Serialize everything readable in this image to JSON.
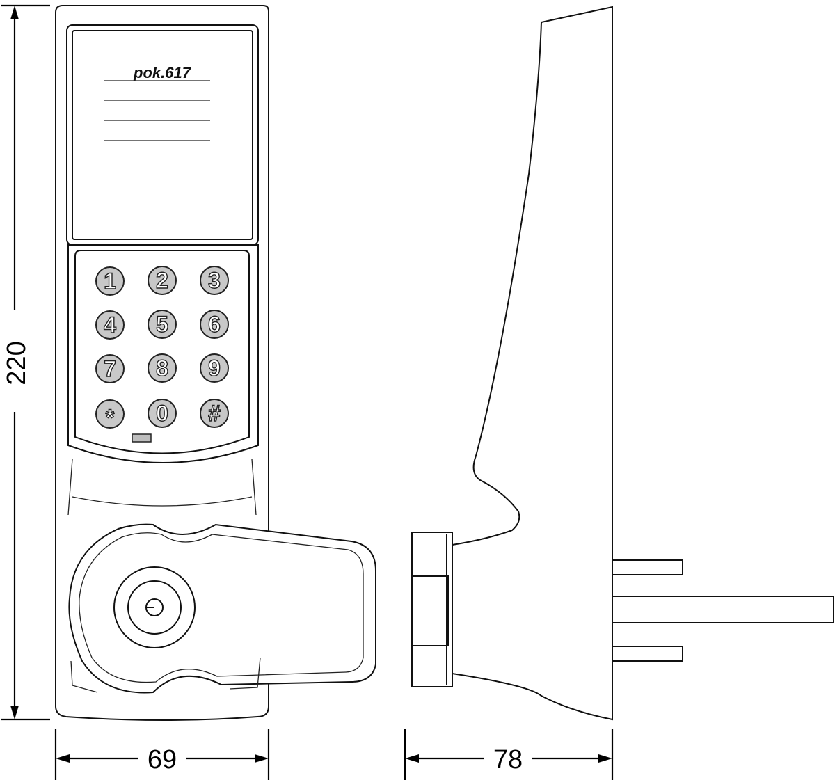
{
  "label": {
    "model": "pok.617"
  },
  "dimensions": {
    "height": "220",
    "front_width": "69",
    "side_depth": "78"
  },
  "keypad": {
    "keys": [
      "1",
      "2",
      "3",
      "4",
      "5",
      "6",
      "7",
      "8",
      "9",
      "*",
      "0",
      "#"
    ]
  },
  "colors": {
    "button_fill": "#c8c8c8",
    "line": "#111111",
    "indicator": "#bdbdbd"
  }
}
